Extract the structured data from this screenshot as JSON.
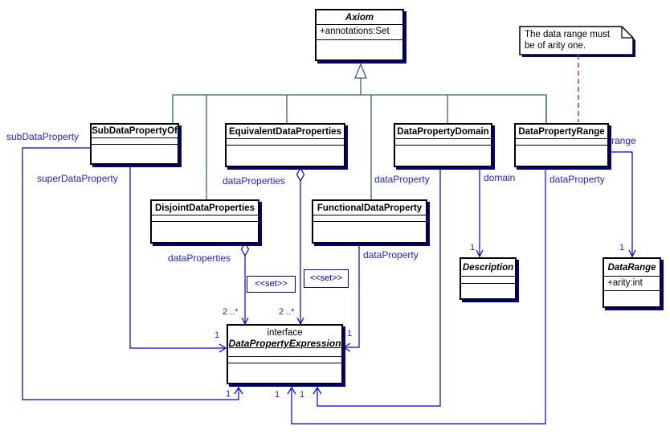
{
  "diagram": {
    "classes": {
      "axiom": {
        "name": "Axiom",
        "attributes": [
          "+annotations:Set"
        ]
      },
      "subDataPropertyOf": {
        "name": "SubDataPropertyOf"
      },
      "equivalentDataProperties": {
        "name": "EquivalentDataProperties"
      },
      "dataPropertyDomain": {
        "name": "DataPropertyDomain"
      },
      "dataPropertyRange": {
        "name": "DataPropertyRange"
      },
      "disjointDataProperties": {
        "name": "DisjointDataProperties"
      },
      "functionalDataProperty": {
        "name": "FunctionalDataProperty"
      },
      "description": {
        "name": "Description"
      },
      "dataRange": {
        "name": "DataRange",
        "attributes": [
          "+arity:int"
        ]
      },
      "dataPropertyExpression": {
        "stereotype": "interface",
        "name": "DataPropertyExpression"
      }
    },
    "note": {
      "line1": "The data range must",
      "line2": "be of arity one."
    },
    "edge_labels": {
      "sub_data_property": "subDataProperty",
      "super_data_property": "superDataProperty",
      "data_properties_equivalent": "dataProperties",
      "data_properties_disjoint": "dataProperties",
      "data_property_functional": "dataProperty",
      "data_property_domain": "dataProperty",
      "data_property_range": "dataProperty",
      "domain": "domain",
      "range": "range"
    },
    "stereotypes": {
      "set": "<<set>>"
    },
    "multiplicities": {
      "two_to_many": "2 ..*",
      "one": "1"
    },
    "colors": {
      "association": "#0000CC",
      "generalization": "#336666",
      "note_anchor": "#993399",
      "shadow": "#000080",
      "label_text": "#2222CC"
    }
  }
}
